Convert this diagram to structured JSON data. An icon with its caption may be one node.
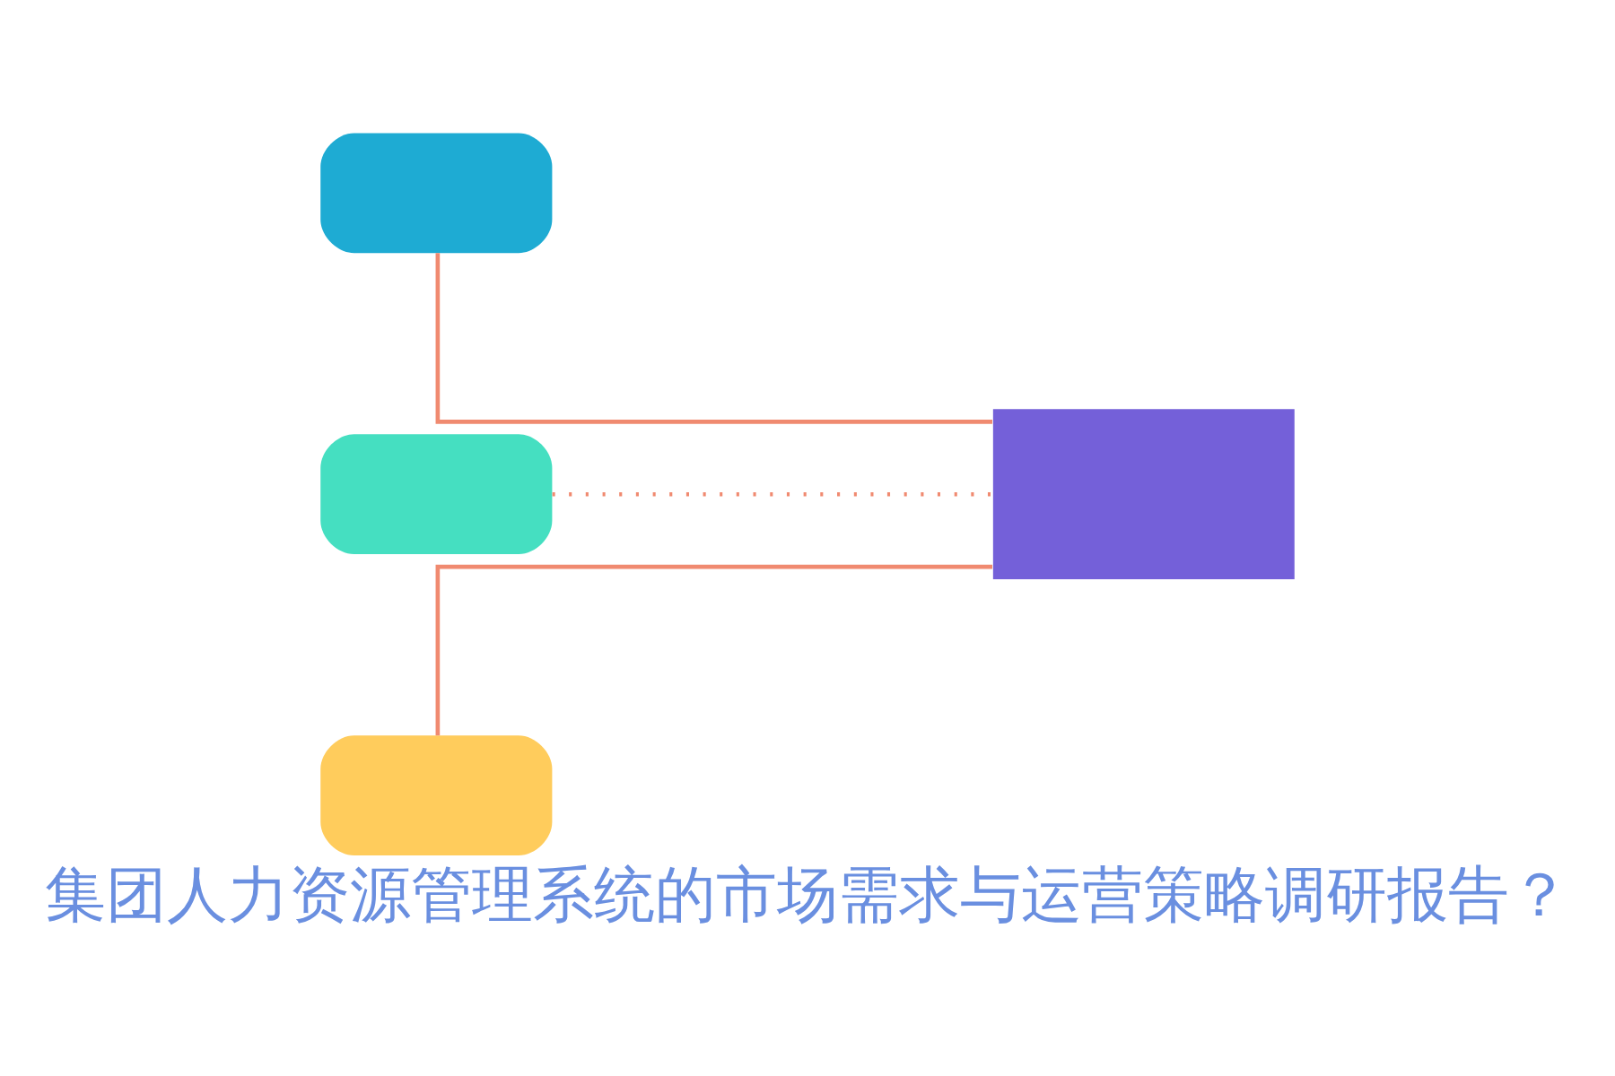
{
  "diagram": {
    "caption": "集团人力资源管理系统的市场需求与运营策略调研报告？",
    "nodes": [
      {
        "text": [],
        "shape": "box"
      },
      {
        "text": [],
        "shape": "box"
      },
      {
        "text": [],
        "shape": "box"
      },
      {
        "text": [],
        "shape": "box"
      }
    ],
    "edges": [
      {
        "from": 0,
        "to": 3,
        "arrow": "none",
        "color": "#f08a70"
      },
      {
        "from": 1,
        "to": 3,
        "arrow": "none",
        "style": "dashed",
        "color": "#f08a70"
      },
      {
        "from": 2,
        "to": 3,
        "arrow": "none",
        "color": "#f08a70"
      }
    ]
  }
}
